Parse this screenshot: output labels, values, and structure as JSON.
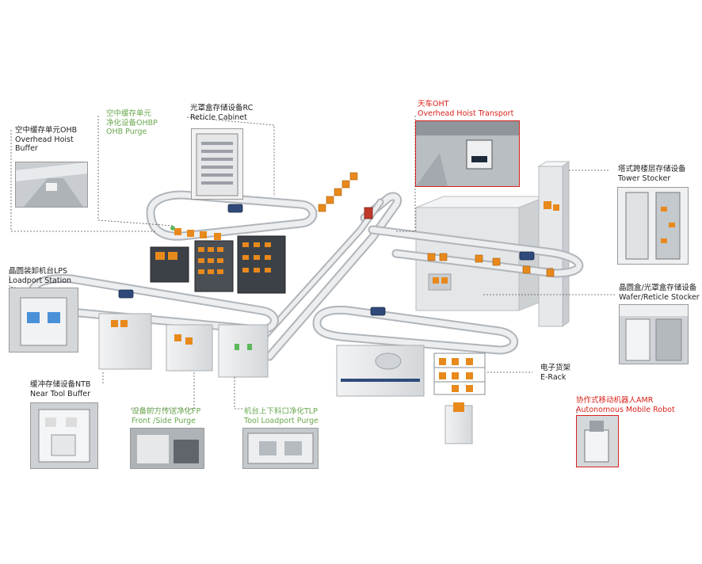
{
  "colors": {
    "label_black": "#222222",
    "label_green": "#6aa84f",
    "label_red": "#d9221c",
    "rail": "#e2e4e6",
    "rail_edge": "#9ea3a8",
    "equipment": "#e8eaec",
    "equipment_dark": "#4a4f55",
    "carrier_orange": "#e8891c",
    "oht_blue": "#2f4a7a",
    "leader_line": "#555555"
  },
  "labels": {
    "ohb": {
      "cn": "空中缓存单元OHB",
      "en1": "Overhead Hoist",
      "en2": "Buffer"
    },
    "ohbp": {
      "cn1": "空中缓存单元",
      "cn2": "净化设备OHBP",
      "en": "OHB Purge"
    },
    "rc": {
      "cn": "光罩盒存储设备RC",
      "en": "Reticle Cabinet"
    },
    "oht": {
      "cn": "天车OHT",
      "en": "Overhead Hoist Transport"
    },
    "tower": {
      "cn": "塔式跨楼层存储设备",
      "en": "Tower Stocker"
    },
    "lps": {
      "cn": "晶圆装卸机台LPS",
      "en": "Loadport Station"
    },
    "stocker": {
      "cn": "晶圆盒/光罩盒存储设备",
      "en": "Wafer/Reticle Stocker"
    },
    "ntb": {
      "cn": "缓冲存储设备NTB",
      "en": "Near Tool Buffer"
    },
    "fp": {
      "cn": "设备前方传送净化FP",
      "en": "Front /Side Purge"
    },
    "tlp": {
      "cn": "机台上下料口净化TLP",
      "en": "Tool Loadport Purge"
    },
    "erack": {
      "cn": "电子货架",
      "en": "E-Rack"
    },
    "amr": {
      "cn": "协作式移动机器人AMR",
      "en": "Autonomous Mobile Robot"
    }
  },
  "icons": [
    "ohb-photo",
    "rc-photo",
    "oht-photo",
    "tower-photo",
    "lps-photo",
    "stocker-photo",
    "ntb-photo",
    "fp-photo",
    "tlp-photo",
    "amr-photo"
  ]
}
